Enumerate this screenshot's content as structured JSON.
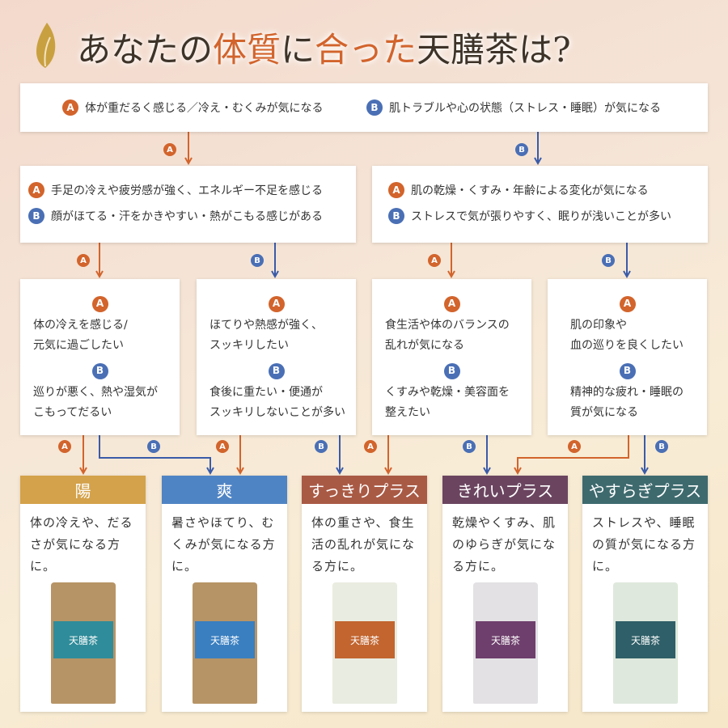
{
  "title": {
    "part1": "あなたの",
    "highlight1": "体質",
    "part2": "に",
    "highlight2": "合った",
    "part3": "天膳茶は?"
  },
  "colors": {
    "a": "#d2642c",
    "b": "#4a6fb5"
  },
  "badges": {
    "a": "A",
    "b": "B"
  },
  "q1": {
    "a": "体が重だるく感じる／冷え・むくみが気になる",
    "b": "肌トラブルや心の状態（ストレス・睡眠）が気になる"
  },
  "q2": [
    {
      "a": "手足の冷えや疲労感が強く、エネルギー不足を感じる",
      "b": "顔がほてる・汗をかきやすい・熱がこもる感じがある"
    },
    {
      "a": "肌の乾燥・くすみ・年齢による変化が気になる",
      "b": "ストレスで気が張りやすく、眠りが浅いことが多い"
    }
  ],
  "q3": [
    {
      "a1": "体の冷えを感じる/",
      "a2": "元気に過ごしたい",
      "b1": "巡りが悪く、熱や湿気が",
      "b2": "こもってだるい"
    },
    {
      "a1": "ほてりや熱感が強く、",
      "a2": "スッキリしたい",
      "b1": "食後に重たい・便通が",
      "b2": "スッキリしないことが多い"
    },
    {
      "a1": "食生活や体のバランスの",
      "a2": "乱れが気になる",
      "b1": "くすみや乾燥・美容面を",
      "b2": "整えたい"
    },
    {
      "a1": "肌の印象や",
      "a2": "血の巡りを良くしたい",
      "b1": "精神的な疲れ・睡眠の",
      "b2": "質が気になる"
    }
  ],
  "results": [
    {
      "name": "陽",
      "desc": "体の冷えや、だるさが気になる方に。",
      "color": "#d4a24a",
      "pkg": "#b79466",
      "label": "#2f8c9a"
    },
    {
      "name": "爽",
      "desc": "暑さやほてり、むくみが気になる方に。",
      "color": "#4f84c4",
      "pkg": "#b79466",
      "label": "#3a7fc0"
    },
    {
      "name": "すっきりプラス",
      "desc": "体の重さや、食生活の乱れが気になる方に。",
      "color": "#a95a45",
      "pkg": "#e9ece0",
      "label": "#c2652f"
    },
    {
      "name": "きれいプラス",
      "desc": "乾燥やくすみ、肌のゆらぎが気になる方に。",
      "color": "#6b4560",
      "pkg": "#e3e1e4",
      "label": "#6e3f6c"
    },
    {
      "name": "やすらぎプラス",
      "desc": "ストレスや、睡眠の質が気になる方に。",
      "color": "#3e6a6e",
      "pkg": "#dfe8dc",
      "label": "#2f5f68"
    }
  ],
  "product_label": "天膳茶"
}
